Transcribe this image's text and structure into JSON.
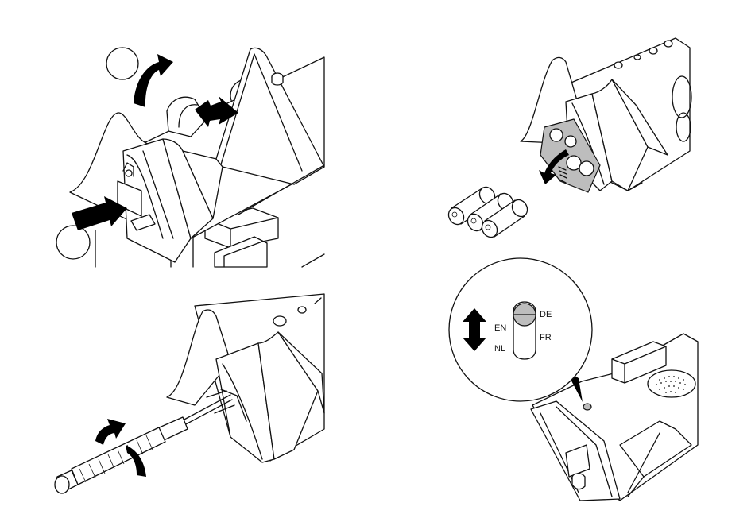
{
  "language_switch": {
    "options": [
      "DE",
      "EN",
      "FR",
      "NL"
    ]
  }
}
